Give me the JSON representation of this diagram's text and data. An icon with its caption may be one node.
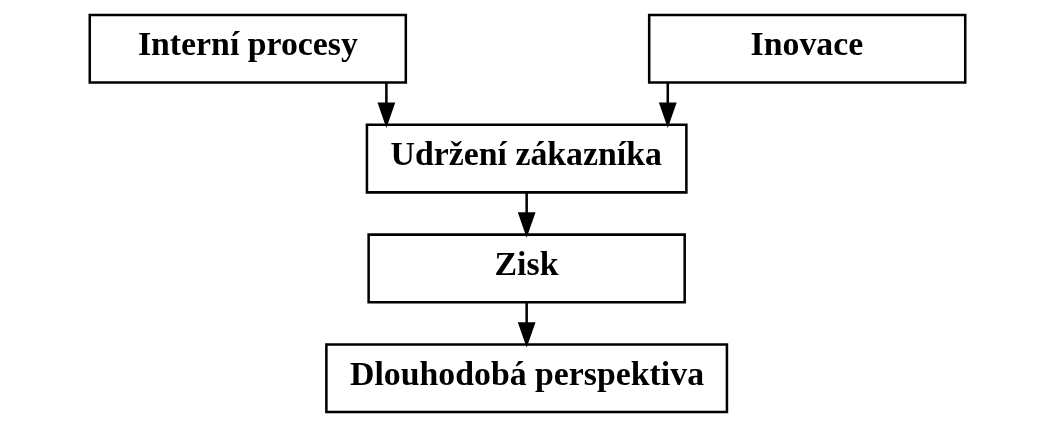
{
  "diagram": {
    "nodes": [
      {
        "text": [
          "Interní procesy"
        ]
      },
      {
        "text": [
          "Inovace"
        ]
      },
      {
        "text": [
          "Udržení zákazníka"
        ]
      },
      {
        "text": [
          "Zisk"
        ]
      },
      {
        "text": [
          "Dlouhodobá perspektiva"
        ]
      }
    ],
    "edges": [
      {
        "from": 0,
        "to": 2,
        "arrow": "to"
      },
      {
        "from": 1,
        "to": 2,
        "arrow": "to"
      },
      {
        "from": 2,
        "to": 3,
        "arrow": "to"
      },
      {
        "from": 3,
        "to": 4,
        "arrow": "to"
      }
    ]
  }
}
